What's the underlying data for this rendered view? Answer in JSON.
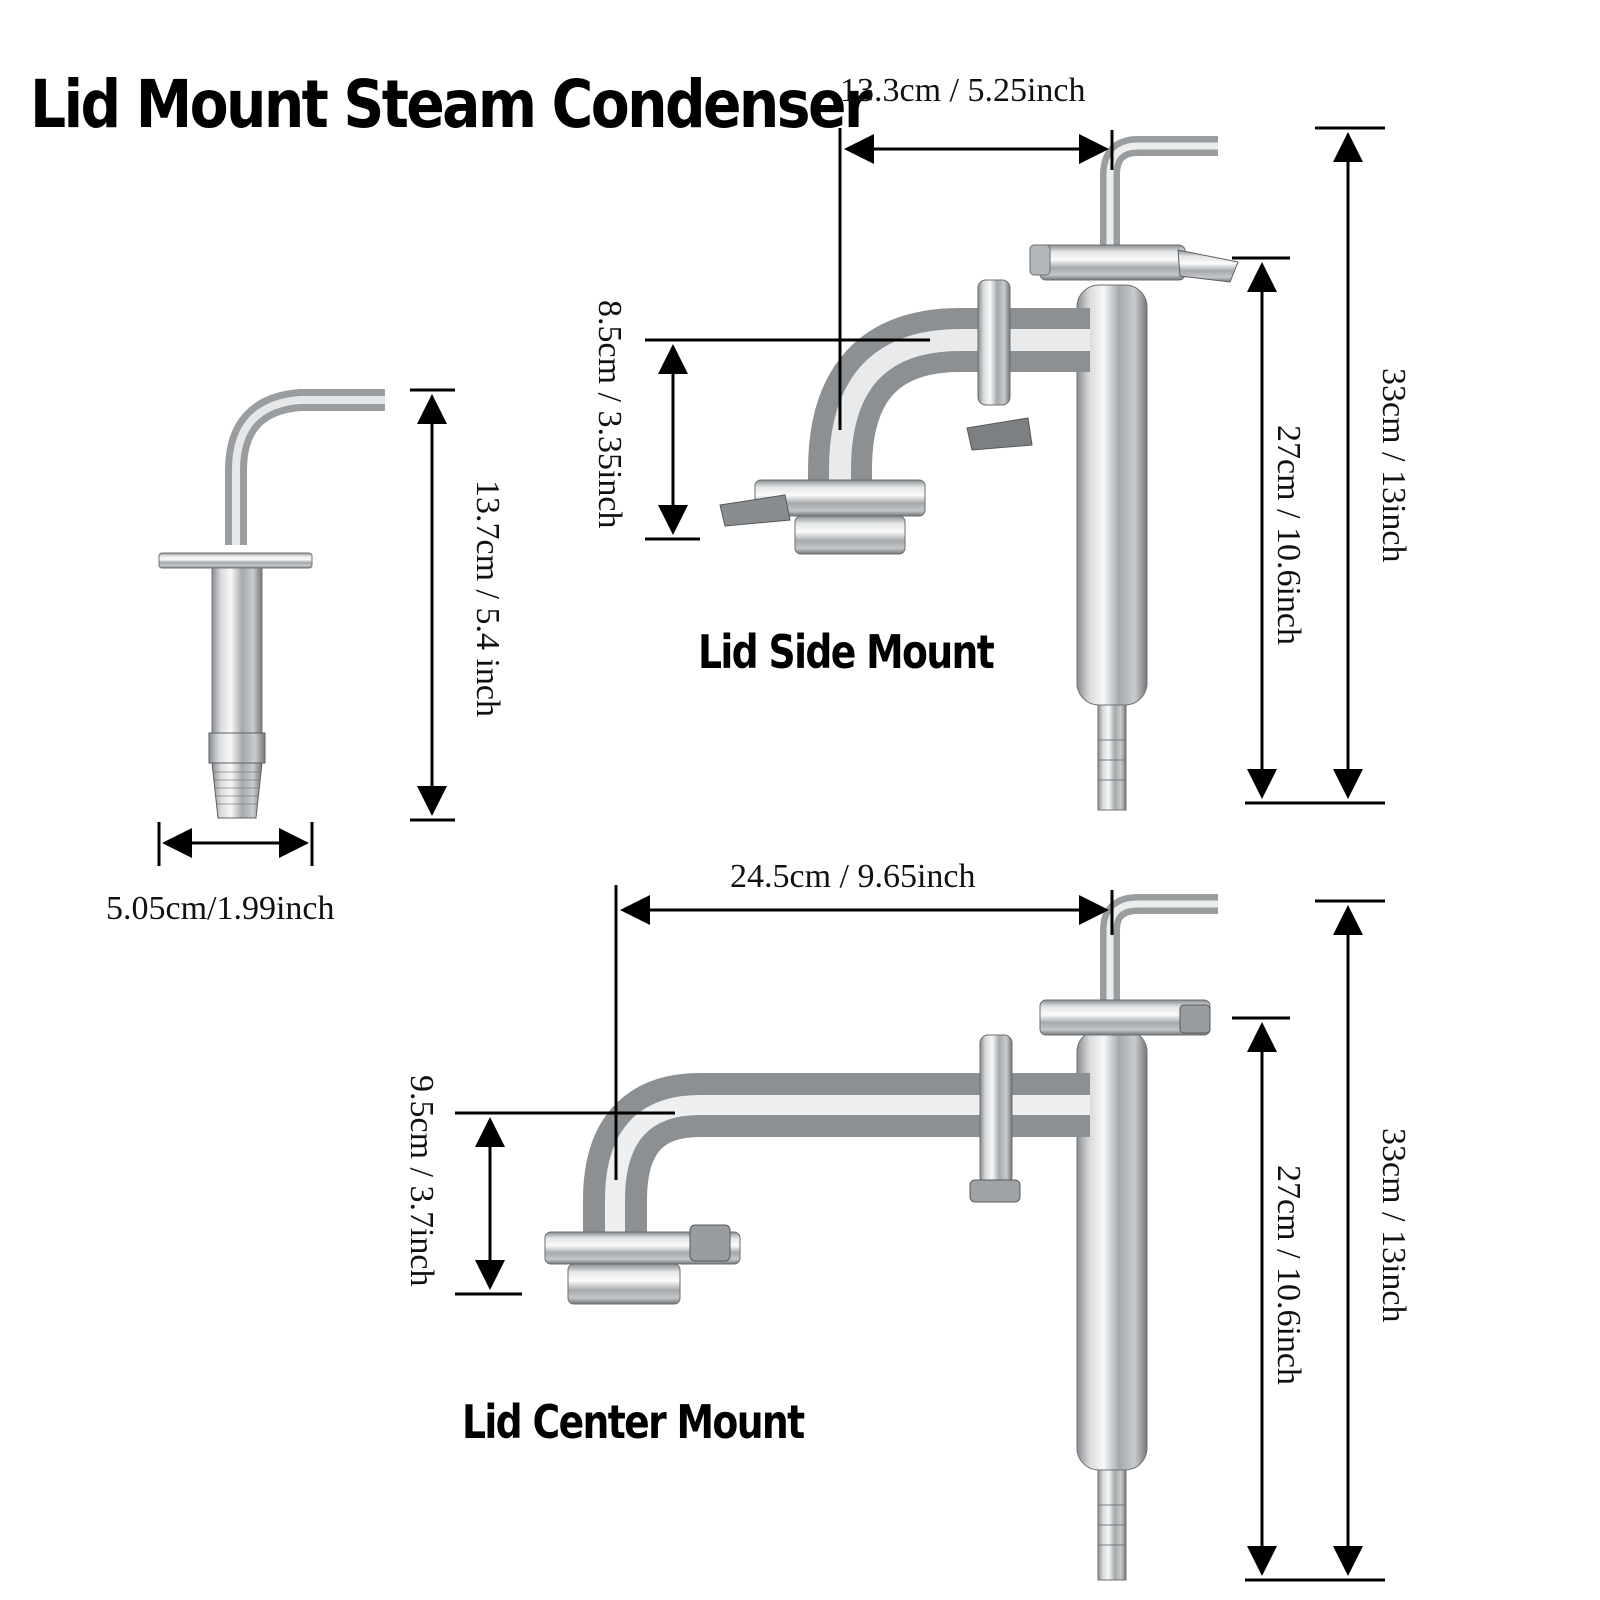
{
  "title": "Lid Mount Steam Condenser",
  "labels": {
    "side_mount": "Lid Side Mount",
    "center_mount": "Lid Center Mount"
  },
  "dimensions": {
    "small_height": "13.7cm / 5.4 inch",
    "small_width": "5.05cm/1.99inch",
    "side_width": "13.3cm / 5.25inch",
    "side_drop": "8.5cm / 3.35inch",
    "side_tube": "27cm / 10.6inch",
    "side_total": "33cm / 13inch",
    "center_width": "24.5cm / 9.65inch",
    "center_drop": "9.5cm / 3.7inch",
    "center_tube": "27cm / 10.6inch",
    "center_total": "33cm / 13inch"
  }
}
